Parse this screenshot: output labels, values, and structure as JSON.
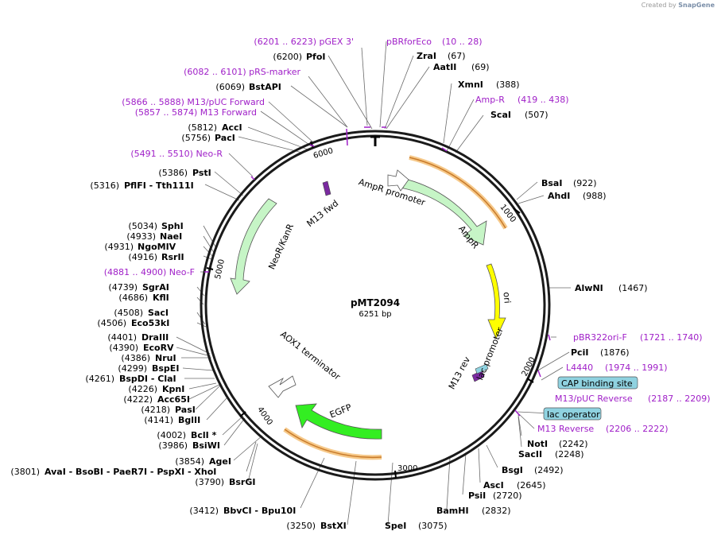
{
  "credit": {
    "prefix": "Created by",
    "brand": "SnapGene"
  },
  "plasmid": {
    "name": "pMT2094",
    "size": "6251 bp"
  },
  "scale_ticks": [
    "1000",
    "2000",
    "3000",
    "4000",
    "5000",
    "6000"
  ],
  "features": [
    {
      "id": "ampr-promoter",
      "label": "AmpR promoter",
      "color": "#ffffff"
    },
    {
      "id": "ampr",
      "label": "AmpR",
      "color": "#c6f5c6"
    },
    {
      "id": "ori",
      "label": "ori",
      "color": "#ffff00"
    },
    {
      "id": "lac-promoter",
      "label": "lac promoter",
      "color": "#ffffff"
    },
    {
      "id": "m13-rev",
      "label": "M13 rev",
      "color": "#7a2aa0"
    },
    {
      "id": "egfp",
      "label": "EGFP",
      "color": "#33ee22"
    },
    {
      "id": "aox1",
      "label": "AOX1 terminator",
      "color": "#ffffff"
    },
    {
      "id": "m13-fwd",
      "label": "M13 fwd",
      "color": "#7a2aa0"
    },
    {
      "id": "neor",
      "label": "NeoR/KanR",
      "color": "#c6f5c6"
    }
  ],
  "boxed_features": [
    {
      "id": "cap",
      "label": "CAP binding site",
      "color": "#8fd2e0"
    },
    {
      "id": "lacop",
      "label": "lac operator",
      "color": "#8fd2e0"
    }
  ],
  "labels": [
    {
      "name": "(6201 .. 6223)  pGEX 3'"
    },
    {
      "name": "pBRforEco",
      "pos": "(10 .. 28)"
    },
    {
      "pos": "(6200)",
      "name": "PfoI"
    },
    {
      "name": "ZraI",
      "pos": "(67)"
    },
    {
      "name": "AatII",
      "pos": "(69)"
    },
    {
      "name": "(6082 .. 6101)  pRS-marker"
    },
    {
      "pos": "(6069)",
      "name": "BstAPI"
    },
    {
      "name": "XmnI",
      "pos": "(388)"
    },
    {
      "name": "Amp-R",
      "pos": "(419 .. 438)"
    },
    {
      "name": "(5866 .. 5888)  M13/pUC Forward"
    },
    {
      "name": "(5857 .. 5874)  M13 Forward"
    },
    {
      "name": "ScaI",
      "pos": "(507)"
    },
    {
      "pos": "(5812)",
      "name": "AccI"
    },
    {
      "pos": "(5756)",
      "name": "PacI"
    },
    {
      "name": "(5491 .. 5510)  Neo-R"
    },
    {
      "pos": "(5386)",
      "name": "PstI"
    },
    {
      "name": "BsaI",
      "pos": "(922)"
    },
    {
      "pos": "(5316)",
      "name": "PflFI  - Tth111I"
    },
    {
      "name": "AhdI",
      "pos": "(988)"
    },
    {
      "pos": "(5034)",
      "name": "SphI"
    },
    {
      "pos": "(4933)",
      "name": "NaeI"
    },
    {
      "pos": "(4931)",
      "name": "NgoMIV"
    },
    {
      "pos": "(4916)",
      "name": "RsrII"
    },
    {
      "name": "(4881 .. 4900)  Neo-F"
    },
    {
      "name": "AlwNI",
      "pos": "(1467)"
    },
    {
      "pos": "(4739)",
      "name": "SgrAI"
    },
    {
      "pos": "(4686)",
      "name": "KflI"
    },
    {
      "pos": "(4508)",
      "name": "SacI"
    },
    {
      "pos": "(4506)",
      "name": "Eco53kI"
    },
    {
      "name": "pBR322ori-F",
      "pos": "(1721 .. 1740)"
    },
    {
      "pos": "(4401)",
      "name": "DraIII"
    },
    {
      "pos": "(4390)",
      "name": "EcoRV"
    },
    {
      "name": "PciI",
      "pos": "(1876)"
    },
    {
      "pos": "(4386)",
      "name": "NruI"
    },
    {
      "name": "L4440",
      "pos": "(1974 .. 1991)"
    },
    {
      "pos": "(4299)",
      "name": "BspEI"
    },
    {
      "pos": "(4261)",
      "name": "BspDI  - ClaI"
    },
    {
      "pos": "(4226)",
      "name": "KpnI"
    },
    {
      "name": "M13/pUC Reverse",
      "pos": "(2187 .. 2209)"
    },
    {
      "pos": "(4222)",
      "name": "Acc65I"
    },
    {
      "pos": "(4218)",
      "name": "PasI"
    },
    {
      "pos": "(4141)",
      "name": "BglII"
    },
    {
      "name": "M13 Reverse",
      "pos": "(2206 .. 2222)"
    },
    {
      "pos": "(4002)",
      "name": "BclI *"
    },
    {
      "pos": "(3986)",
      "name": "BsiWI"
    },
    {
      "name": "NotI",
      "pos": "(2242)"
    },
    {
      "name": "SacII",
      "pos": "(2248)"
    },
    {
      "pos": "(3854)",
      "name": "AgeI"
    },
    {
      "pos": "(3801)",
      "name": "AvaI  - BsoBI  - PaeR7I  - PspXI  - XhoI"
    },
    {
      "name": "BsgI",
      "pos": "(2492)"
    },
    {
      "pos": "(3790)",
      "name": "BsrGI"
    },
    {
      "name": "AscI",
      "pos": "(2645)"
    },
    {
      "name": "PsiI",
      "pos": "(2720)"
    },
    {
      "pos": "(3412)",
      "name": "BbvCI  - Bpu10I"
    },
    {
      "name": "BamHI",
      "pos": "(2832)"
    },
    {
      "pos": "(3250)",
      "name": "BstXI"
    },
    {
      "name": "SpeI",
      "pos": "(3075)"
    }
  ]
}
